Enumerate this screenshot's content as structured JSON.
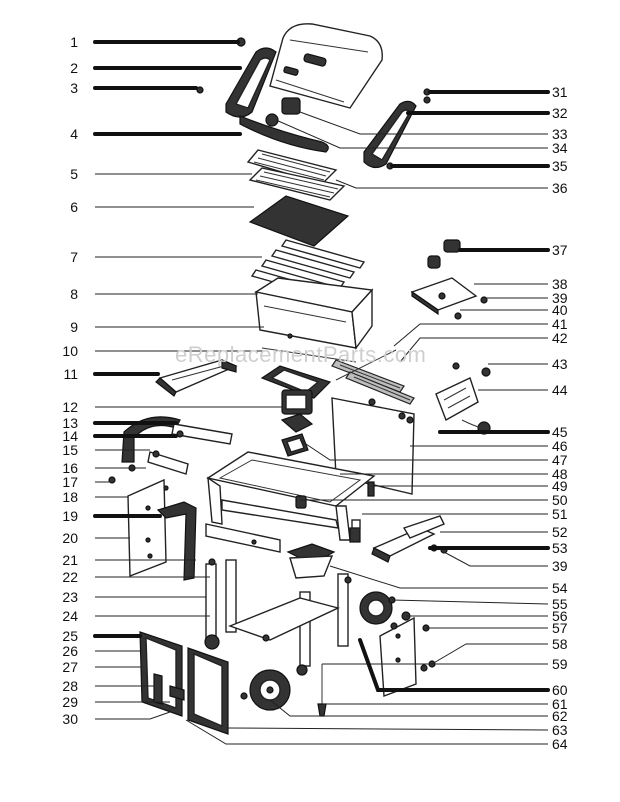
{
  "watermark": "eReplacementParts.com",
  "left_labels": [
    "1",
    "2",
    "3",
    "4",
    "5",
    "6",
    "7",
    "8",
    "9",
    "10",
    "11",
    "12",
    "13",
    "14",
    "15",
    "16",
    "17",
    "18",
    "19",
    "20",
    "21",
    "22",
    "23",
    "24",
    "25",
    "26",
    "27",
    "28",
    "29",
    "30"
  ],
  "right_labels": [
    "31",
    "32",
    "33",
    "34",
    "35",
    "36",
    "37",
    "38",
    "39",
    "40",
    "41",
    "42",
    "43",
    "44",
    "45",
    "46",
    "47",
    "48",
    "49",
    "50",
    "51",
    "52",
    "53",
    "39",
    "54",
    "55",
    "56",
    "57",
    "58",
    "59",
    "60",
    "61",
    "62",
    "63",
    "64"
  ]
}
